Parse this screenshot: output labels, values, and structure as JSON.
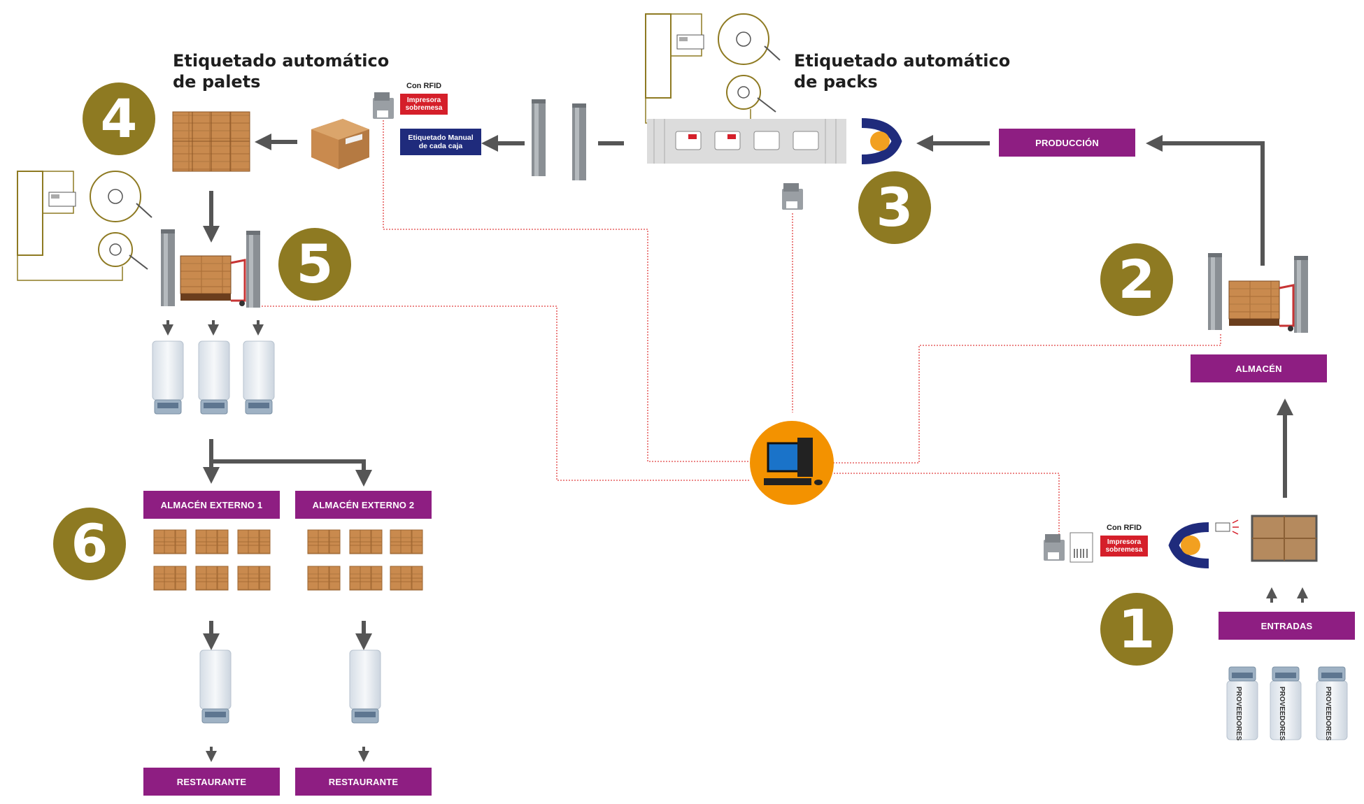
{
  "titles": {
    "palets": [
      "Etiquetado automático",
      "de palets"
    ],
    "packs": [
      "Etiquetado automático",
      "de packs"
    ]
  },
  "steps": [
    "1",
    "2",
    "3",
    "4",
    "5",
    "6"
  ],
  "labels": {
    "produccion": "PRODUCCIÓN",
    "almacen": "ALMACÉN",
    "entradas": "ENTRADAS",
    "almacen_externo_1": "ALMACÉN EXTERNO 1",
    "almacen_externo_2": "ALMACÉN EXTERNO 2",
    "restaurante_1": "RESTAURANTE",
    "restaurante_2": "RESTAURANTE",
    "con_rfid_top": "Con RFID",
    "con_rfid_bottom": "Con RFID",
    "impresora_top": [
      "Impresora",
      "sobremesa"
    ],
    "impresora_bottom": [
      "Impresora",
      "sobremesa"
    ],
    "etiquetado_manual": [
      "Etiquetado Manual",
      "de cada caja"
    ],
    "proveedores": [
      "PROVEEDORES",
      "PROVEEDORES",
      "PROVEEDORES"
    ]
  },
  "colors": {
    "gold": "#8e7a22",
    "purple": "#8e1e82",
    "red": "#d51f2a",
    "navy": "#1f2b7c",
    "orange": "#f39200",
    "arrow": "#555555",
    "dotted": "#e04040",
    "box": "#c98a4e"
  },
  "icons": [
    "labeling-machine-icon",
    "box-icon",
    "pallet-icon",
    "rfid-arch-icon",
    "forklift-icon",
    "truck-icon",
    "computer-icon",
    "printer-icon",
    "scanner-icon"
  ]
}
